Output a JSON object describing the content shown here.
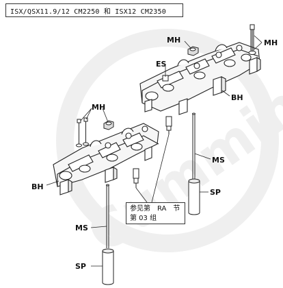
{
  "title": "ISX/QSX11.9/12 CM2250 和 ISX12 CM2350",
  "labels": {
    "mh": "MH",
    "es": "ES",
    "bh": "BH",
    "ms": "MS",
    "sp": "SP"
  },
  "reference": {
    "line1": "参见第　RA　节",
    "line2": "第 03 组"
  },
  "watermark": "Cummins"
}
